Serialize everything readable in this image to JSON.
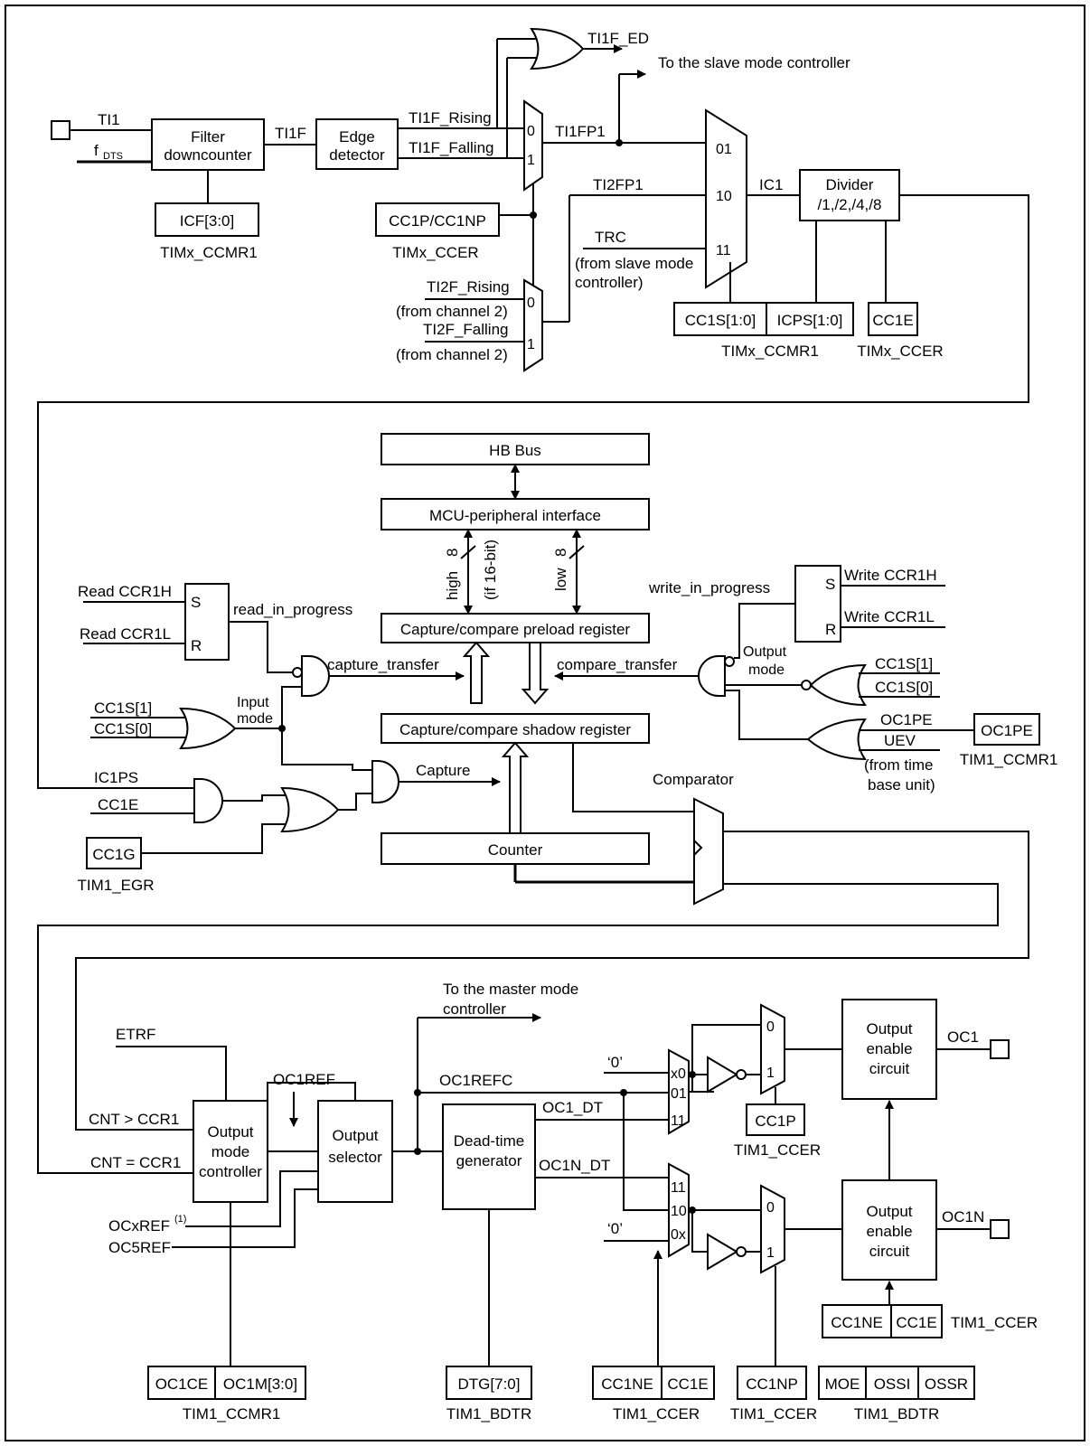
{
  "signals": {
    "ti1": "TI1",
    "fdts_main": "f",
    "fdts_sub": "DTS",
    "ti1f": "TI1F",
    "ti1f_rising": "TI1F_Rising",
    "ti1f_falling": "TI1F_Falling",
    "ti1f_ed": "TI1F_ED",
    "to_slave": "To the slave mode controller",
    "ti1fp1": "TI1FP1",
    "ti2fp1": "TI2FP1",
    "trc": "TRC",
    "from_slave_1": "(from slave mode",
    "from_slave_2": "controller)",
    "ic1": "IC1",
    "ti2f_rising": "TI2F_Rising",
    "ti2f_falling": "TI2F_Falling",
    "from_ch2": "(from channel 2)",
    "read_ccr1h": "Read CCR1H",
    "read_ccr1l": "Read CCR1L",
    "read_in_progress": "read_in_progress",
    "capture_transfer": "capture_transfer",
    "input_mode_1": "Input",
    "input_mode_2": "mode",
    "cc1s1": "CC1S[1]",
    "cc1s0": "CC1S[0]",
    "ic1ps": "IC1PS",
    "cc1e": "CC1E",
    "capture": "Capture",
    "write_in_progress": "write_in_progress",
    "write_ccr1h": "Write CCR1H",
    "write_ccr1l": "Write CCR1L",
    "output_mode_1": "Output",
    "output_mode_2": "mode",
    "compare_transfer": "compare_transfer",
    "oc1pe": "OC1PE",
    "uev": "UEV",
    "from_time_1": "(from time",
    "from_time_2": "base unit)",
    "comparator": "Comparator",
    "high8": "high",
    "low8": "low",
    "eight": "8",
    "if16": "(if 16-bit)",
    "to_master_1": "To the master mode",
    "to_master_2": "controller",
    "etrf": "ETRF",
    "oc1ref": "OC1REF",
    "cnt_gt": "CNT > CCR1",
    "cnt_eq": "CNT = CCR1",
    "ocxref": "OCxREF",
    "ocxref_sup": "(1)",
    "oc5ref": "OC5REF",
    "oc1refc": "OC1REFC",
    "oc1_dt": "OC1_DT",
    "oc1n_dt": "OC1N_DT",
    "zero_q": "‘0’",
    "oc1": "OC1",
    "oc1n": "OC1N",
    "s": "S",
    "r": "R"
  },
  "mux": {
    "in0": "0",
    "in1": "1",
    "sel01": "01",
    "sel10": "10",
    "sel11": "11",
    "selx0": "x0",
    "sel0x": "0x"
  },
  "blocks": {
    "filter_1": "Filter",
    "filter_2": "downcounter",
    "edge_1": "Edge",
    "edge_2": "detector",
    "icf": "ICF[3:0]",
    "cc1p_cc1np": "CC1P/CC1NP",
    "divider_1": "Divider",
    "divider_2": "/1,/2,/4,/8",
    "cc1s": "CC1S[1:0]",
    "icps": "ICPS[1:0]",
    "cc1e_box": "CC1E",
    "hb_bus": "HB Bus",
    "mcu_if": "MCU-peripheral interface",
    "preload": "Capture/compare preload register",
    "shadow": "Capture/compare shadow register",
    "counter": "Counter",
    "cc1g": "CC1G",
    "oc1pe_box": "OC1PE",
    "omc_1": "Output",
    "omc_2": "mode",
    "omc_3": "controller",
    "osel_1": "Output",
    "osel_2": "selector",
    "dtg_1": "Dead-time",
    "dtg_2": "generator",
    "oe_1": "Output",
    "oe_2": "enable",
    "oe_3": "circuit",
    "cc1p_box": "CC1P",
    "cc1ne_box": "CC1NE",
    "cc1e_box2": "CC1E",
    "oc1ce": "OC1CE",
    "oc1m": "OC1M[3:0]",
    "dtg": "DTG[7:0]",
    "cc1np_box": "CC1NP",
    "moe": "MOE",
    "ossi": "OSSI",
    "ossr": "OSSR"
  },
  "registers": {
    "timx_ccmr1": "TIMx_CCMR1",
    "timx_ccer": "TIMx_CCER",
    "tim1_egr": "TIM1_EGR",
    "tim1_ccmr1": "TIM1_CCMR1",
    "tim1_ccer": "TIM1_CCER",
    "tim1_bdtr": "TIM1_BDTR"
  }
}
